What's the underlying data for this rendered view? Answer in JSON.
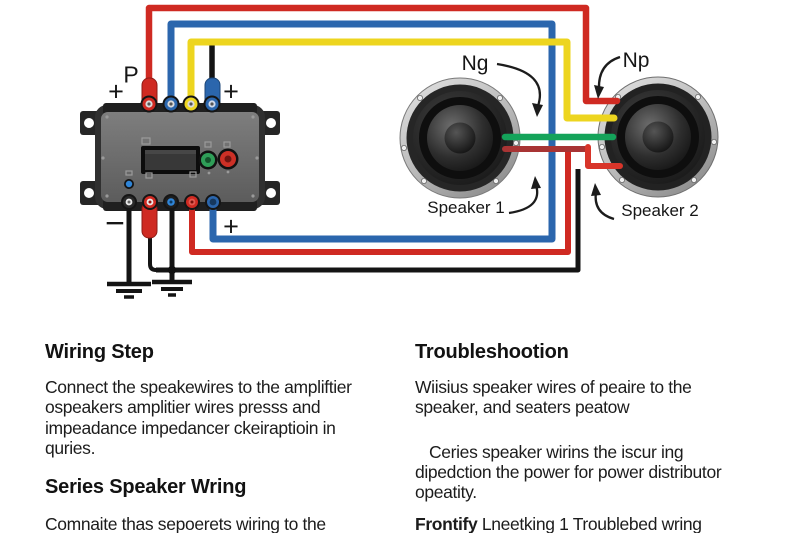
{
  "diagram": {
    "labels": {
      "p": "P",
      "plus_top_left": "+",
      "plus_top_right": "+",
      "minus_bottom": "−",
      "plus_bottom": "+",
      "ng": "Ng",
      "np": "Np",
      "speaker1": "Speaker 1",
      "speaker2": "Speaker 2"
    },
    "components": {
      "amplifier": "amplifier-distribution-block",
      "speaker1": "Speaker 1",
      "speaker2": "Speaker 2"
    },
    "wire_colors": {
      "red": "#cf2a22",
      "blue": "#2b66ad",
      "yellow": "#edd51f",
      "green": "#14a35a",
      "dark_red": "#a83434",
      "black": "#141414"
    }
  },
  "content": {
    "left": {
      "heading": "Wiring Step",
      "para1": [
        "Connect the speakewires to the ampliftier",
        "ospeakers amplitier wires presss and",
        "impeadance impedancer ckeiraptioin in",
        "quries."
      ],
      "heading2": "Series Speaker Wring",
      "para2": [
        "Comnaite thas sepoerets wiring to the"
      ]
    },
    "right": {
      "heading": "Troubleshootion",
      "para1": [
        "Wiisius speaker wires of peaire to the",
        "speaker, and seaters peatow"
      ],
      "para2": [
        "Ceries speaker wirins the iscur ing",
        "dipedction the power for power distributor",
        "opeatity."
      ],
      "footer_brand": "Frontify",
      "footer_text": " Lneetking 1 Troublebed wring"
    }
  }
}
